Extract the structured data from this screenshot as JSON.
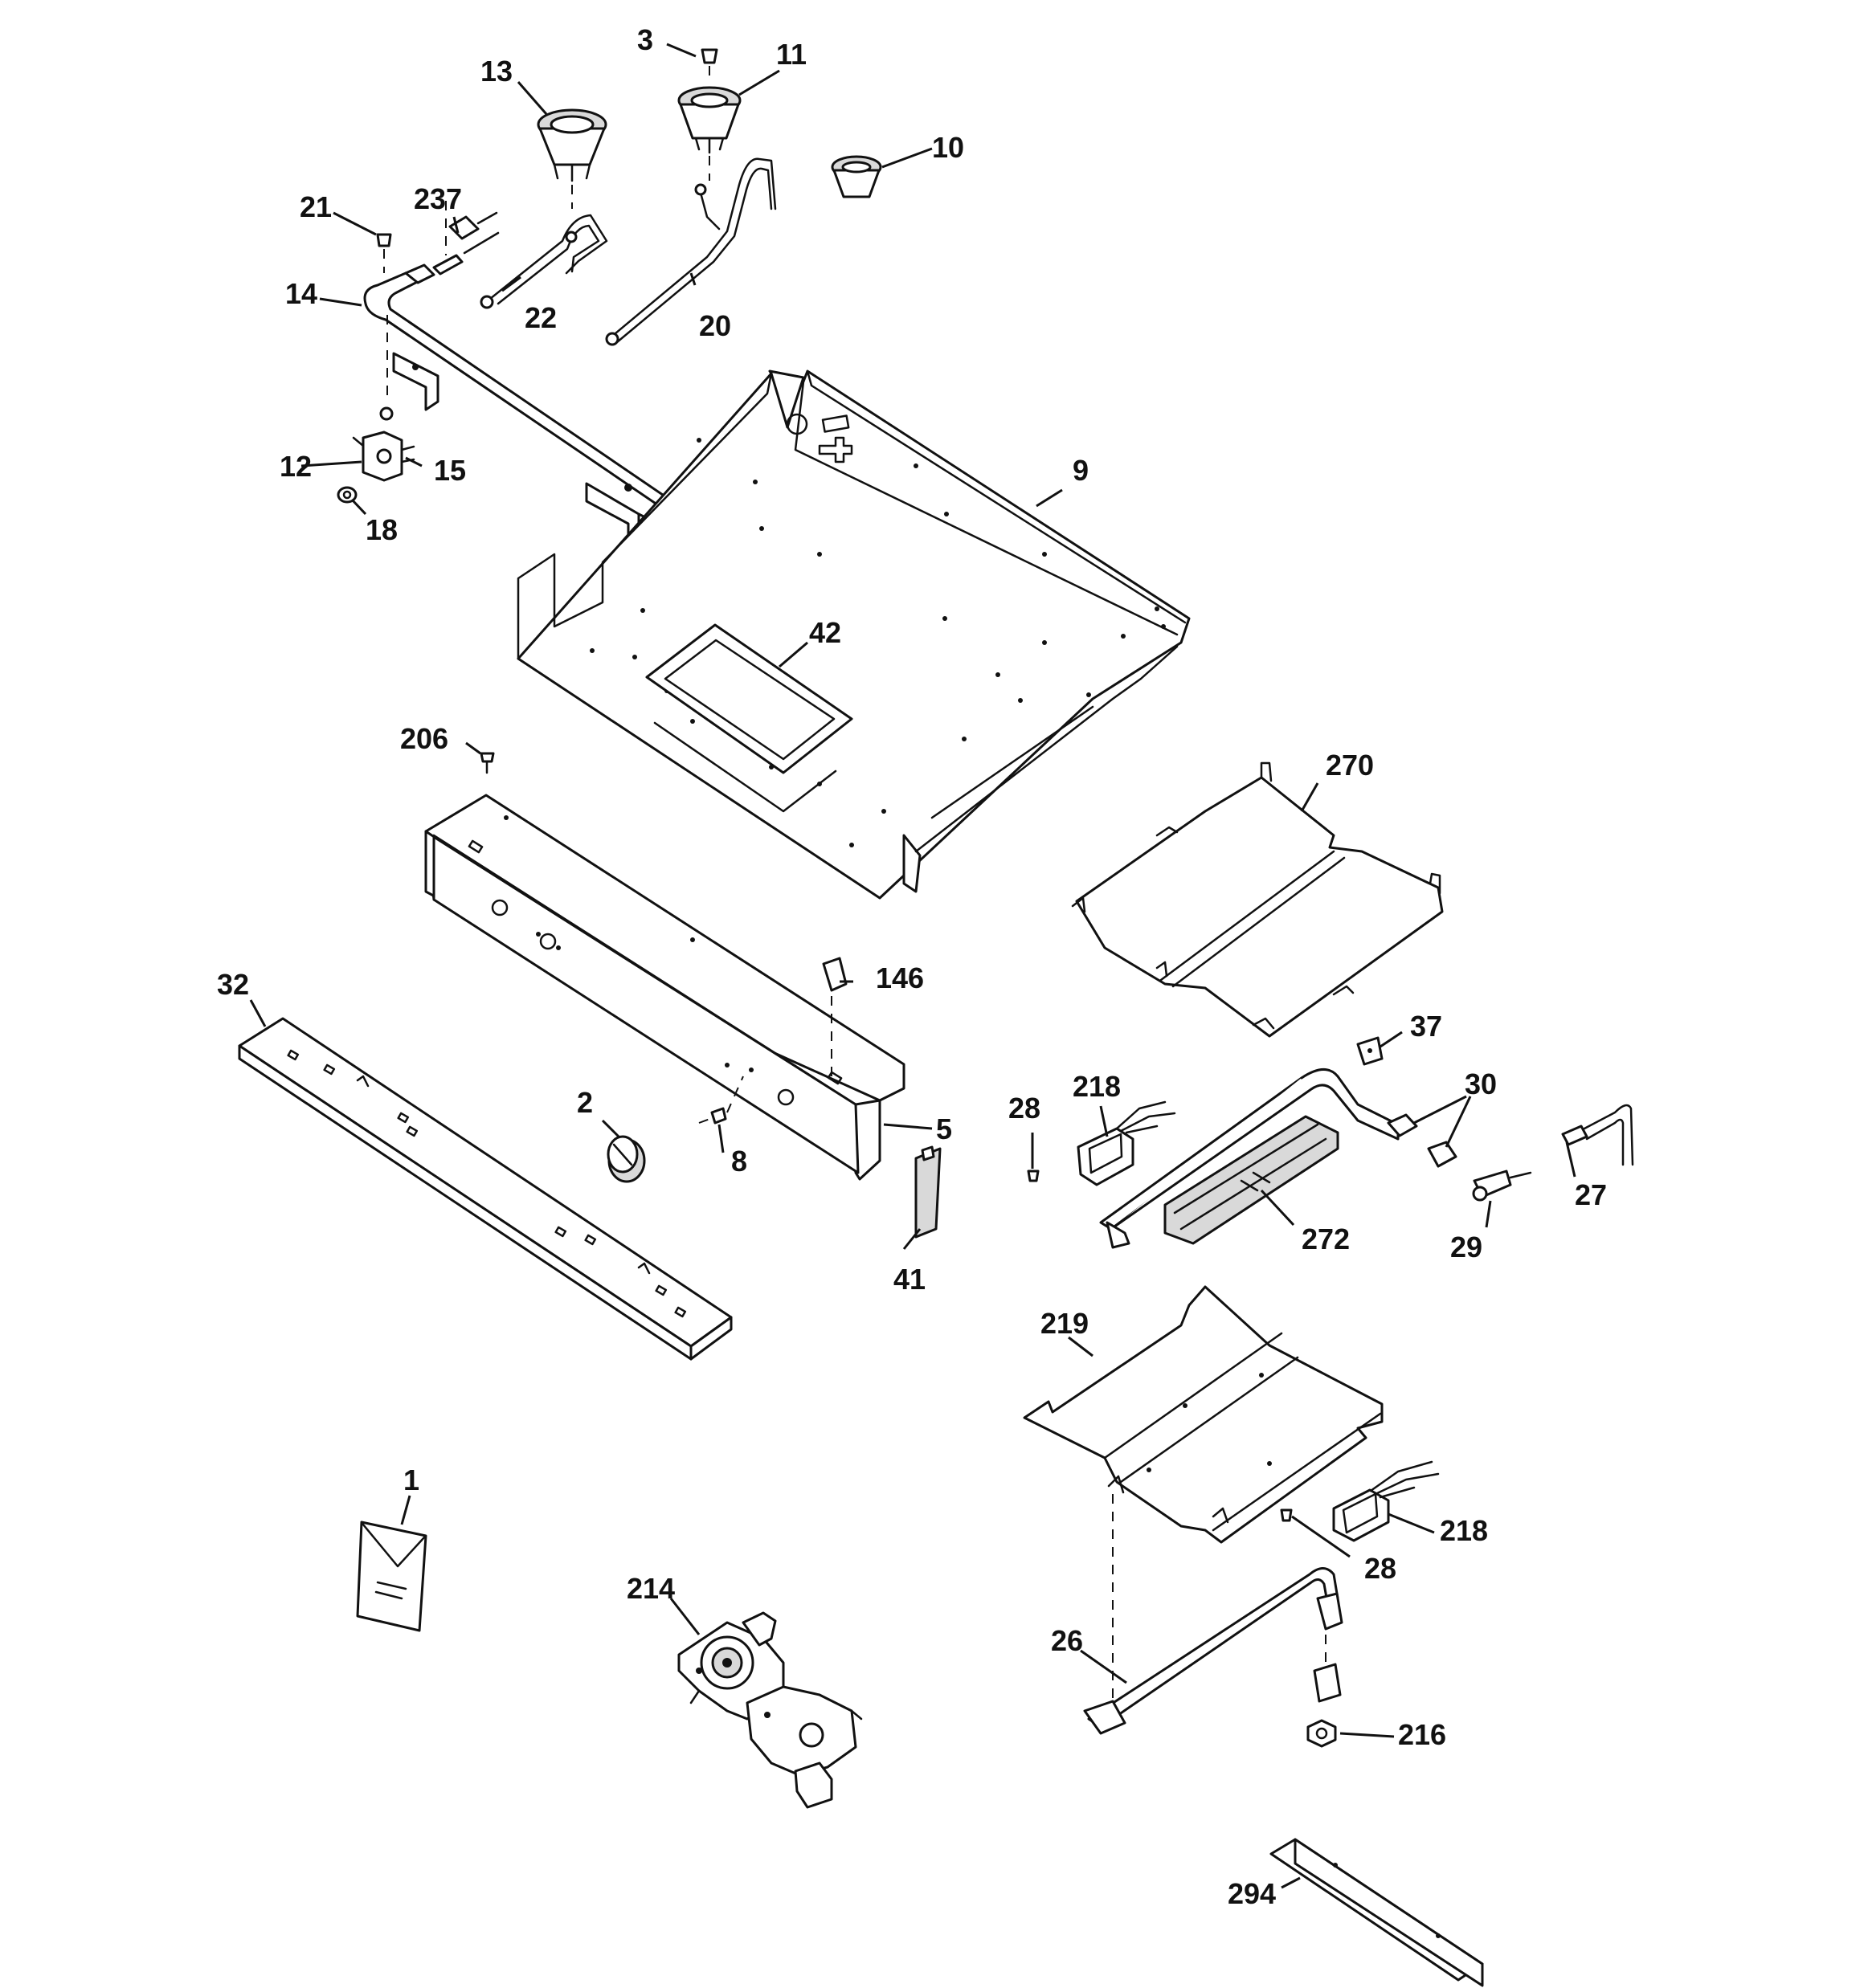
{
  "callouts": {
    "c1": "1",
    "c2": "2",
    "c3": "3",
    "c5": "5",
    "c8": "8",
    "c9": "9",
    "c10": "10",
    "c11": "11",
    "c12": "12",
    "c13": "13",
    "c14": "14",
    "c15": "15",
    "c18": "18",
    "c20": "20",
    "c21": "21",
    "c22": "22",
    "c26": "26",
    "c27": "27",
    "c28a": "28",
    "c28b": "28",
    "c29": "29",
    "c30": "30",
    "c32": "32",
    "c37": "37",
    "c41": "41",
    "c42": "42",
    "c146": "146",
    "c206": "206",
    "c214": "214",
    "c216": "216",
    "c218a": "218",
    "c218b": "218",
    "c219": "219",
    "c237": "237",
    "c270": "270",
    "c272": "272",
    "c294": "294"
  },
  "colors": {
    "line": "#111111",
    "background": "#ffffff",
    "shade": "#d9d9d9"
  }
}
